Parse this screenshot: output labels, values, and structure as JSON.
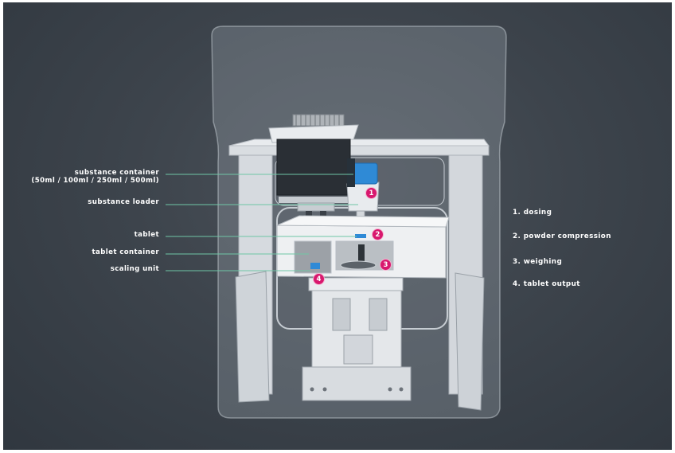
{
  "callouts": {
    "substance_container_line1": "substance container",
    "substance_container_line2": "(50ml / 100ml / 250ml / 500ml)",
    "substance_loader": "substance loader",
    "tablet": "tablet",
    "tablet_container": "tablet container",
    "scaling_unit": "scaling unit"
  },
  "markers": [
    "1",
    "2",
    "3",
    "4"
  ],
  "legend": [
    "1.  dosing",
    "2.  powder compression",
    "3.  weighing",
    "4.  tablet output"
  ],
  "colors": {
    "background": "#3a414a",
    "marker": "#d8186e",
    "leader_line": "#6fc6a6",
    "accent_blue": "#2f8ad6"
  },
  "icons": [
    "heatsink-icon",
    "blue-dosing-cap-icon"
  ]
}
